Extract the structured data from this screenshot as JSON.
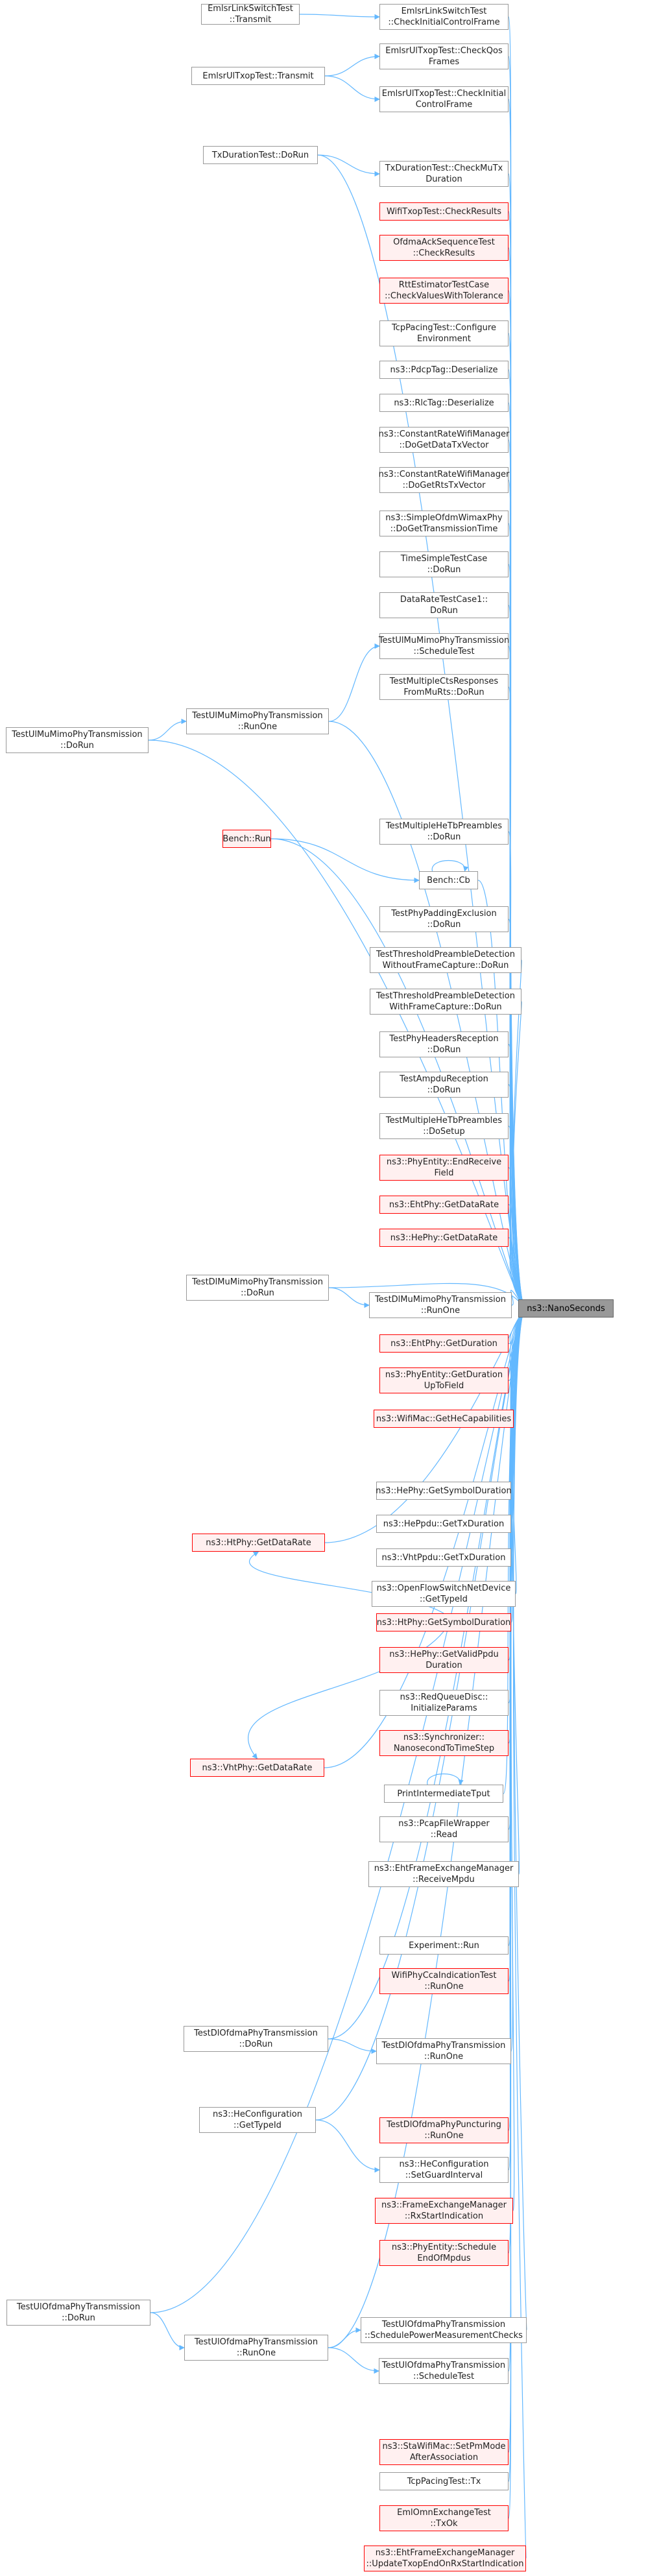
{
  "graph": {
    "target": "ns3::NanoSeconds",
    "colors": {
      "edge": "#63b8ff",
      "border": "#999999",
      "missing_border": "#ff0000",
      "missing_fill": "#fff0f0",
      "focus_fill": "#999999"
    },
    "nodes": [
      {
        "id": "n1",
        "label": "EmlsrLinkSwitchTest\n::Transmit",
        "style": "normal"
      },
      {
        "id": "n2",
        "label": "EmlsrLinkSwitchTest\n::CheckInitialControlFrame",
        "style": "normal"
      },
      {
        "id": "n3",
        "label": "EmlsrUlTxopTest::Transmit",
        "style": "normal"
      },
      {
        "id": "n4",
        "label": "EmlsrUlTxopTest::CheckQos\nFrames",
        "style": "normal"
      },
      {
        "id": "n5",
        "label": "EmlsrUlTxopTest::CheckInitial\nControlFrame",
        "style": "normal"
      },
      {
        "id": "n6",
        "label": "TxDurationTest::DoRun",
        "style": "normal"
      },
      {
        "id": "n7",
        "label": "TxDurationTest::CheckMuTx\nDuration",
        "style": "normal"
      },
      {
        "id": "n8",
        "label": "WifiTxopTest::CheckResults",
        "style": "missing"
      },
      {
        "id": "n9",
        "label": "OfdmaAckSequenceTest\n::CheckResults",
        "style": "missing"
      },
      {
        "id": "n10",
        "label": "RttEstimatorTestCase\n::CheckValuesWithTolerance",
        "style": "missing"
      },
      {
        "id": "n11",
        "label": "TcpPacingTest::Configure\nEnvironment",
        "style": "normal"
      },
      {
        "id": "n12",
        "label": "ns3::PdcpTag::Deserialize",
        "style": "normal"
      },
      {
        "id": "n13",
        "label": "ns3::RlcTag::Deserialize",
        "style": "normal"
      },
      {
        "id": "n14",
        "label": "ns3::ConstantRateWifiManager\n::DoGetDataTxVector",
        "style": "normal"
      },
      {
        "id": "n15",
        "label": "ns3::ConstantRateWifiManager\n::DoGetRtsTxVector",
        "style": "normal"
      },
      {
        "id": "n16",
        "label": "ns3::SimpleOfdmWimaxPhy\n::DoGetTransmissionTime",
        "style": "normal"
      },
      {
        "id": "n17",
        "label": "TimeSimpleTestCase\n::DoRun",
        "style": "normal"
      },
      {
        "id": "n18",
        "label": "DataRateTestCase1::\nDoRun",
        "style": "normal"
      },
      {
        "id": "n19",
        "label": "TestUlMuMimoPhyTransmission\n::ScheduleTest",
        "style": "normal"
      },
      {
        "id": "n20",
        "label": "TestMultipleCtsResponses\nFromMuRts::DoRun",
        "style": "normal"
      },
      {
        "id": "n21",
        "label": "TestUlMuMimoPhyTransmission\n::RunOne",
        "style": "normal"
      },
      {
        "id": "n22",
        "label": "TestUlMuMimoPhyTransmission\n::DoRun",
        "style": "normal"
      },
      {
        "id": "n23",
        "label": "TestMultipleHeTbPreambles\n::DoRun",
        "style": "normal"
      },
      {
        "id": "n24",
        "label": "Bench::Run",
        "style": "missing"
      },
      {
        "id": "n25",
        "label": "Bench::Cb",
        "style": "normal"
      },
      {
        "id": "n26",
        "label": "TestPhyPaddingExclusion\n::DoRun",
        "style": "normal"
      },
      {
        "id": "n27",
        "label": "TestThresholdPreambleDetection\nWithoutFrameCapture::DoRun",
        "style": "normal"
      },
      {
        "id": "n28",
        "label": "TestThresholdPreambleDetection\nWithFrameCapture::DoRun",
        "style": "normal"
      },
      {
        "id": "n29",
        "label": "TestPhyHeadersReception\n::DoRun",
        "style": "normal"
      },
      {
        "id": "n30",
        "label": "TestAmpduReception\n::DoRun",
        "style": "normal"
      },
      {
        "id": "n31",
        "label": "TestMultipleHeTbPreambles\n::DoSetup",
        "style": "normal"
      },
      {
        "id": "n32",
        "label": "ns3::PhyEntity::EndReceive\nField",
        "style": "missing"
      },
      {
        "id": "n33",
        "label": "ns3::EhtPhy::GetDataRate",
        "style": "missing"
      },
      {
        "id": "n34",
        "label": "ns3::HePhy::GetDataRate",
        "style": "missing"
      },
      {
        "id": "n35",
        "label": "TestDlMuMimoPhyTransmission\n::DoRun",
        "style": "normal"
      },
      {
        "id": "n36",
        "label": "TestDlMuMimoPhyTransmission\n::RunOne",
        "style": "normal"
      },
      {
        "id": "n37",
        "label": "ns3::EhtPhy::GetDuration",
        "style": "missing"
      },
      {
        "id": "n38",
        "label": "ns3::PhyEntity::GetDuration\nUpToField",
        "style": "missing"
      },
      {
        "id": "n39",
        "label": "ns3::WifiMac::GetHeCapabilities",
        "style": "missing"
      },
      {
        "id": "n40",
        "label": "ns3::HtPhy::GetDataRate",
        "style": "missing"
      },
      {
        "id": "n41",
        "label": "ns3::HePhy::GetSymbolDuration",
        "style": "normal"
      },
      {
        "id": "n42",
        "label": "ns3::HePpdu::GetTxDuration",
        "style": "normal"
      },
      {
        "id": "n43",
        "label": "ns3::VhtPpdu::GetTxDuration",
        "style": "normal"
      },
      {
        "id": "n44",
        "label": "ns3::OpenFlowSwitchNetDevice\n::GetTypeId",
        "style": "normal"
      },
      {
        "id": "n45",
        "label": "ns3::HtPhy::GetSymbolDuration",
        "style": "missing"
      },
      {
        "id": "n46",
        "label": "ns3::HePhy::GetValidPpdu\nDuration",
        "style": "missing"
      },
      {
        "id": "n47",
        "label": "ns3::RedQueueDisc::\nInitializeParams",
        "style": "normal"
      },
      {
        "id": "n48",
        "label": "ns3::Synchronizer::\nNanosecondToTimeStep",
        "style": "missing"
      },
      {
        "id": "n49",
        "label": "ns3::VhtPhy::GetDataRate",
        "style": "missing"
      },
      {
        "id": "n50",
        "label": "PrintIntermediateTput",
        "style": "normal"
      },
      {
        "id": "n51",
        "label": "ns3::PcapFileWrapper\n::Read",
        "style": "normal"
      },
      {
        "id": "n52",
        "label": "ns3::EhtFrameExchangeManager\n::ReceiveMpdu",
        "style": "normal"
      },
      {
        "id": "n53",
        "label": "Experiment::Run",
        "style": "normal"
      },
      {
        "id": "n54",
        "label": "WifiPhyCcaIndicationTest\n::RunOne",
        "style": "missing"
      },
      {
        "id": "n55",
        "label": "TestDlOfdmaPhyTransmission\n::DoRun",
        "style": "normal"
      },
      {
        "id": "n56",
        "label": "TestDlOfdmaPhyTransmission\n::RunOne",
        "style": "normal"
      },
      {
        "id": "n57",
        "label": "ns3::HeConfiguration\n::GetTypeId",
        "style": "normal"
      },
      {
        "id": "n58",
        "label": "TestDlOfdmaPhyPuncturing\n::RunOne",
        "style": "missing"
      },
      {
        "id": "n59",
        "label": "ns3::HeConfiguration\n::SetGuardInterval",
        "style": "normal"
      },
      {
        "id": "n60",
        "label": "ns3::FrameExchangeManager\n::RxStartIndication",
        "style": "missing"
      },
      {
        "id": "n61",
        "label": "ns3::PhyEntity::Schedule\nEndOfMpdus",
        "style": "missing"
      },
      {
        "id": "n62",
        "label": "TestUlOfdmaPhyTransmission\n::DoRun",
        "style": "normal"
      },
      {
        "id": "n63",
        "label": "TestUlOfdmaPhyTransmission\n::SchedulePowerMeasurementChecks",
        "style": "normal"
      },
      {
        "id": "n64",
        "label": "TestUlOfdmaPhyTransmission\n::RunOne",
        "style": "normal"
      },
      {
        "id": "n65",
        "label": "TestUlOfdmaPhyTransmission\n::ScheduleTest",
        "style": "normal"
      },
      {
        "id": "n66",
        "label": "ns3::StaWifiMac::SetPmMode\nAfterAssociation",
        "style": "missing"
      },
      {
        "id": "n67",
        "label": "TcpPacingTest::Tx",
        "style": "normal"
      },
      {
        "id": "n68",
        "label": "EmlOmnExchangeTest\n::TxOk",
        "style": "missing"
      },
      {
        "id": "n69",
        "label": "ns3::EhtFrameExchangeManager\n::UpdateTxopEndOnRxStartIndication",
        "style": "missing"
      }
    ],
    "edges": [
      [
        "n1",
        "n2"
      ],
      [
        "n3",
        "n4"
      ],
      [
        "n3",
        "n5"
      ],
      [
        "n6",
        "n7"
      ],
      [
        "n21",
        "n19"
      ],
      [
        "n22",
        "n21"
      ],
      [
        "n24",
        "n25"
      ],
      [
        "n25",
        "n25"
      ],
      [
        "n35",
        "n36"
      ],
      [
        "n45",
        "n40"
      ],
      [
        "n45",
        "n49"
      ],
      [
        "n50",
        "n50"
      ],
      [
        "n55",
        "n56"
      ],
      [
        "n57",
        "n59"
      ],
      [
        "n64",
        "n63"
      ],
      [
        "n64",
        "n65"
      ],
      [
        "n62",
        "n64"
      ],
      [
        "n2",
        "T"
      ],
      [
        "n4",
        "T"
      ],
      [
        "n5",
        "T"
      ],
      [
        "n6",
        "T"
      ],
      [
        "n7",
        "T"
      ],
      [
        "n8",
        "T"
      ],
      [
        "n9",
        "T"
      ],
      [
        "n10",
        "T"
      ],
      [
        "n11",
        "T"
      ],
      [
        "n12",
        "T"
      ],
      [
        "n13",
        "T"
      ],
      [
        "n14",
        "T"
      ],
      [
        "n15",
        "T"
      ],
      [
        "n16",
        "T"
      ],
      [
        "n17",
        "T"
      ],
      [
        "n18",
        "T"
      ],
      [
        "n19",
        "T"
      ],
      [
        "n20",
        "T"
      ],
      [
        "n21",
        "T"
      ],
      [
        "n22",
        "T"
      ],
      [
        "n23",
        "T"
      ],
      [
        "n24",
        "T"
      ],
      [
        "n25",
        "T"
      ],
      [
        "n26",
        "T"
      ],
      [
        "n27",
        "T"
      ],
      [
        "n28",
        "T"
      ],
      [
        "n29",
        "T"
      ],
      [
        "n30",
        "T"
      ],
      [
        "n31",
        "T"
      ],
      [
        "n32",
        "T"
      ],
      [
        "n33",
        "T"
      ],
      [
        "n34",
        "T"
      ],
      [
        "n35",
        "T"
      ],
      [
        "n36",
        "T"
      ],
      [
        "n37",
        "T"
      ],
      [
        "n38",
        "T"
      ],
      [
        "n39",
        "T"
      ],
      [
        "n40",
        "T"
      ],
      [
        "n41",
        "T"
      ],
      [
        "n42",
        "T"
      ],
      [
        "n43",
        "T"
      ],
      [
        "n44",
        "T"
      ],
      [
        "n45",
        "T"
      ],
      [
        "n46",
        "T"
      ],
      [
        "n47",
        "T"
      ],
      [
        "n48",
        "T"
      ],
      [
        "n49",
        "T"
      ],
      [
        "n50",
        "T"
      ],
      [
        "n51",
        "T"
      ],
      [
        "n52",
        "T"
      ],
      [
        "n53",
        "T"
      ],
      [
        "n54",
        "T"
      ],
      [
        "n55",
        "T"
      ],
      [
        "n56",
        "T"
      ],
      [
        "n57",
        "T"
      ],
      [
        "n58",
        "T"
      ],
      [
        "n59",
        "T"
      ],
      [
        "n60",
        "T"
      ],
      [
        "n61",
        "T"
      ],
      [
        "n62",
        "T"
      ],
      [
        "n63",
        "T"
      ],
      [
        "n64",
        "T"
      ],
      [
        "n65",
        "T"
      ],
      [
        "n66",
        "T"
      ],
      [
        "n67",
        "T"
      ],
      [
        "n68",
        "T"
      ],
      [
        "n69",
        "T"
      ]
    ]
  }
}
